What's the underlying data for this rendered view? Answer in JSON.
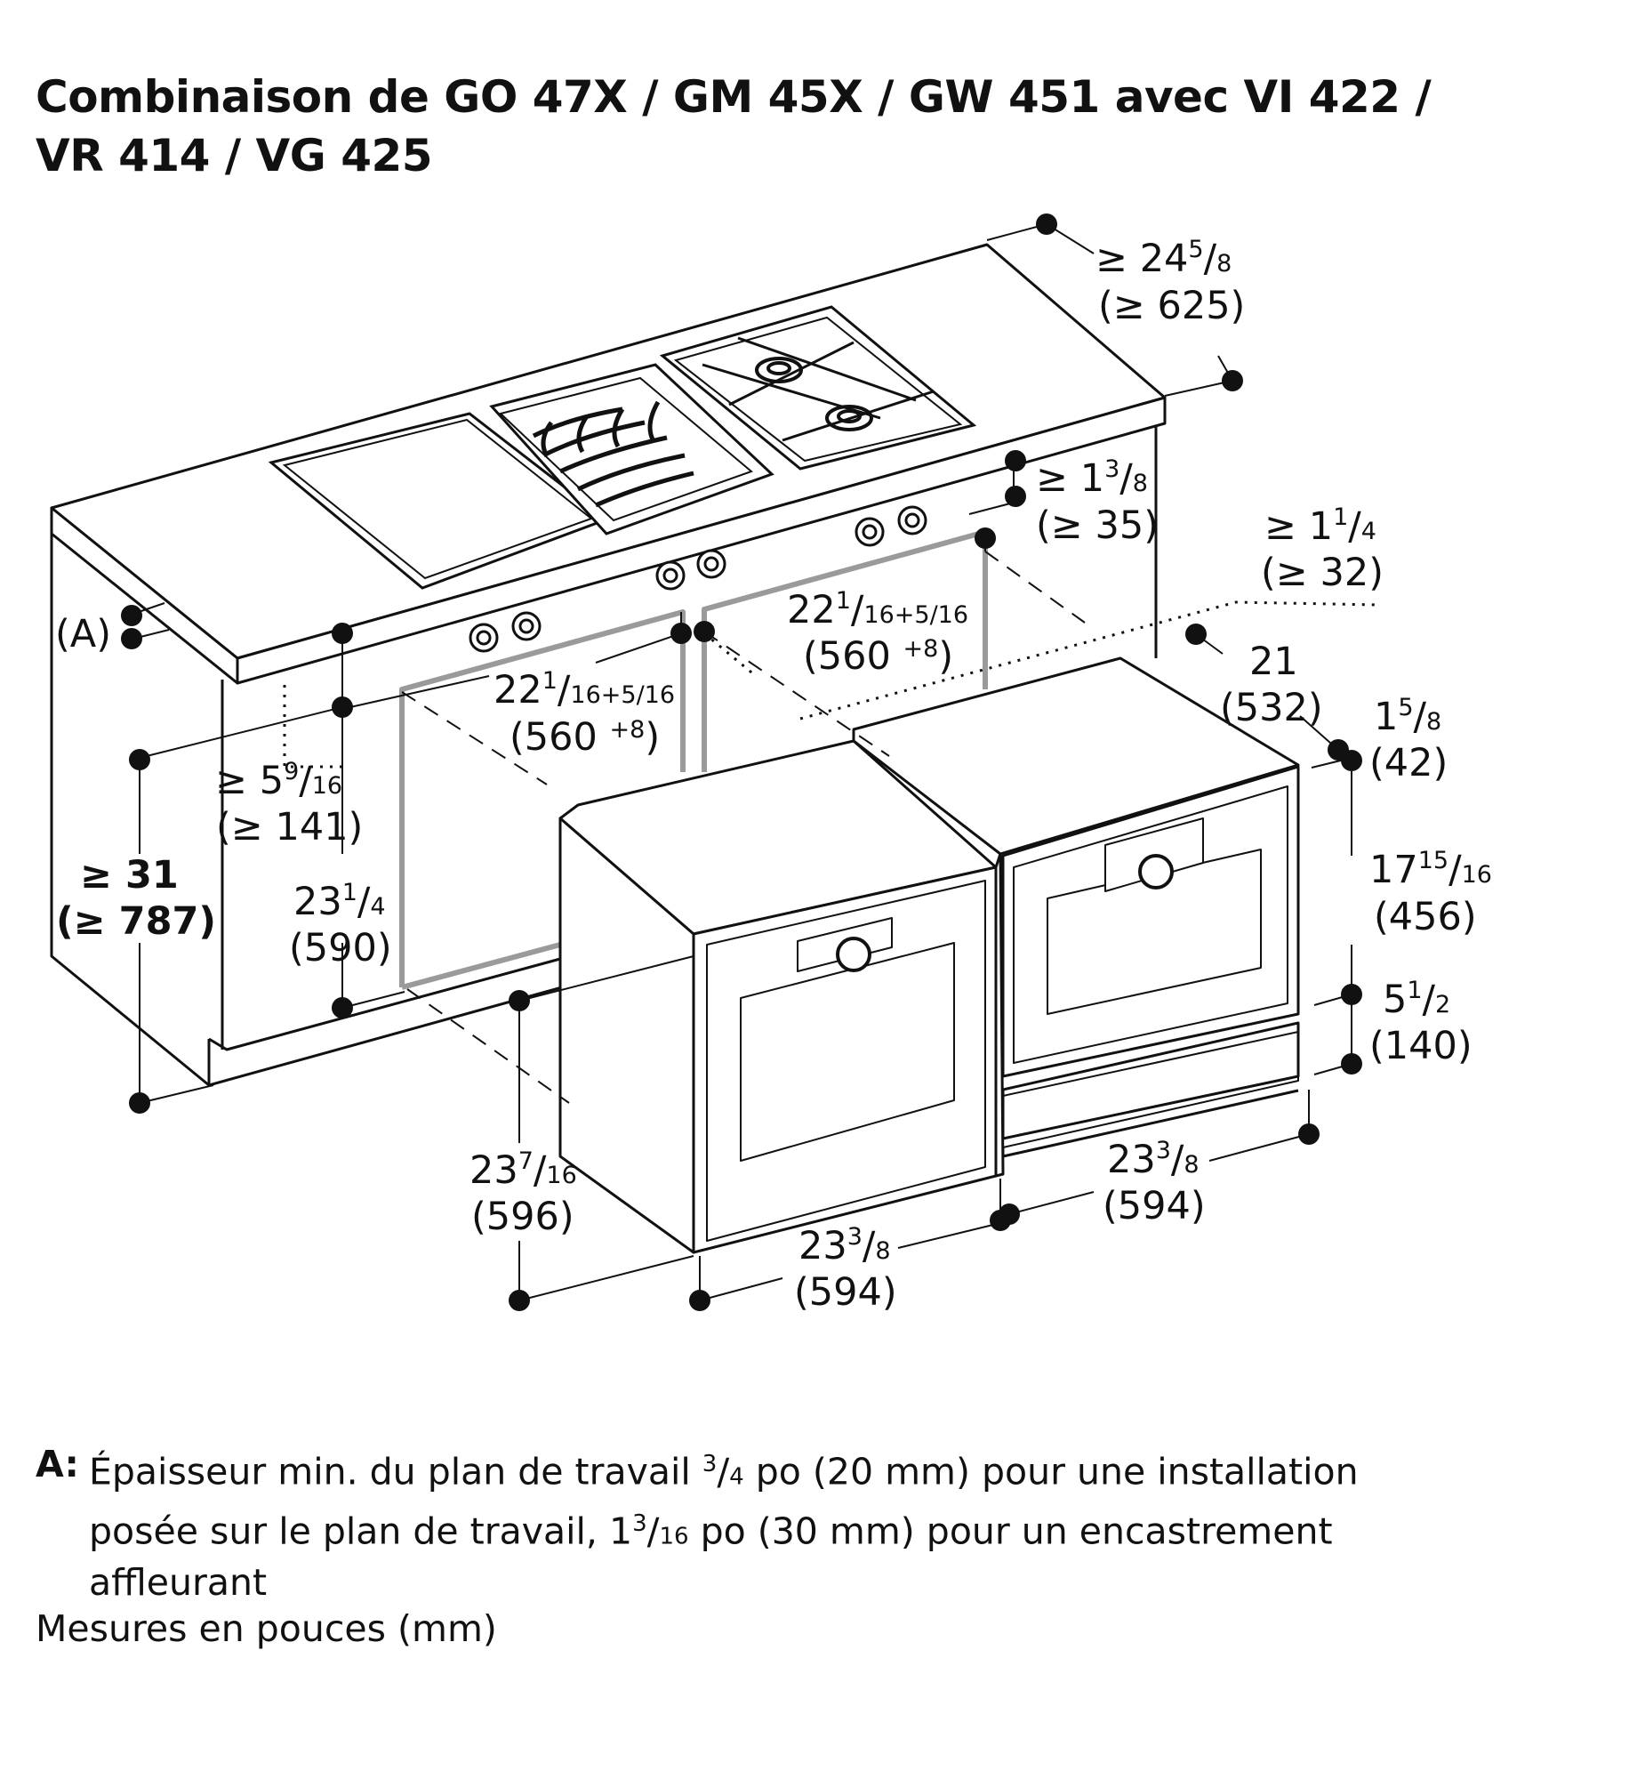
{
  "title": {
    "line1": "Combinaison de GO 47X / GM 45X / GW 451 avec VI 422 /",
    "line2": "VR 414 / VG 425"
  },
  "callout": {
    "a": "(A)"
  },
  "dimensions": {
    "depth_min": {
      "main": "≥ 24",
      "frac_num": "5",
      "frac_den": "8",
      "mm": "(≥ 625)"
    },
    "top_gap": {
      "main": "≥ 1",
      "frac_num": "3",
      "frac_den": "8",
      "mm": "(≥ 35)"
    },
    "rear_gap": {
      "main": "≥ 1",
      "frac_num": "1",
      "frac_den": "4",
      "mm": "(≥ 32)"
    },
    "cutout_width_r": {
      "main": "22",
      "frac_num": "1",
      "frac_den": "16",
      "tol": "+5/16",
      "mm": "(560 ",
      "mm_tol": "+8",
      "mm_end": ")"
    },
    "cutout_width_l": {
      "main": "22",
      "frac_num": "1",
      "frac_den": "16",
      "tol": "+5/16",
      "mm": "(560 ",
      "mm_tol": "+8",
      "mm_end": ")"
    },
    "cutout_depth": {
      "main": "21",
      "mm": "(532)"
    },
    "front_lip": {
      "main": "1",
      "frac_num": "5",
      "frac_den": "8",
      "mm": "(42)"
    },
    "under_gap": {
      "main": "≥ 5",
      "frac_num": "9",
      "frac_den": "16",
      "mm": "(≥ 141)"
    },
    "counter_height": {
      "main": "≥ 31",
      "mm": "(≥ 787)"
    },
    "niche_height": {
      "main": "23",
      "frac_num": "1",
      "frac_den": "4",
      "mm": "(590)"
    },
    "wd_height": {
      "main": "17",
      "frac_num": "15",
      "frac_den": "16",
      "mm": "(456)"
    },
    "drawer_height": {
      "main": "5",
      "frac_num": "1",
      "frac_den": "2",
      "mm": "(140)"
    },
    "oven_height": {
      "main": "23",
      "frac_num": "7",
      "frac_den": "16",
      "mm": "(596)"
    },
    "oven_width": {
      "main": "23",
      "frac_num": "3",
      "frac_den": "8",
      "mm": "(594)"
    },
    "combo_width": {
      "main": "23",
      "frac_num": "3",
      "frac_den": "8",
      "mm": "(594)"
    }
  },
  "note": {
    "key": "A:",
    "text1_a": "Épaisseur min. du plan de travail ",
    "text1_num": "3",
    "text1_den": "4",
    "text1_b": " po (20 mm) pour une installation",
    "text2_a": "posée sur le plan de travail, 1",
    "text2_num": "3",
    "text2_den": "16",
    "text2_b": " po (30 mm) pour un encastrement",
    "text3": "affleurant",
    "units": "Mesures en pouces (mm)"
  }
}
